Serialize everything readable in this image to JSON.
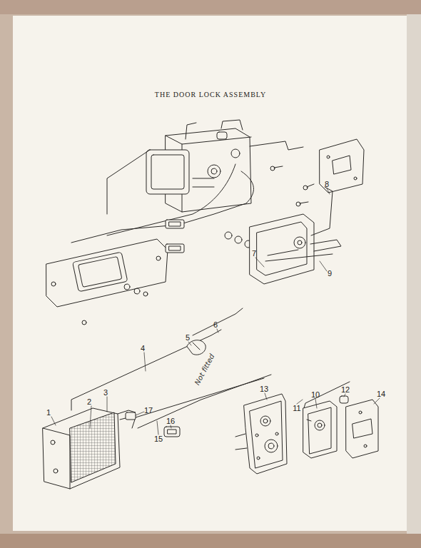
{
  "diagram": {
    "title": "THE DOOR LOCK ASSEMBLY",
    "labels": [
      "1",
      "2",
      "3",
      "4",
      "5",
      "6",
      "7",
      "8",
      "9",
      "10",
      "11",
      "12",
      "13",
      "14",
      "15",
      "16",
      "17",
      "Not fitted"
    ]
  }
}
